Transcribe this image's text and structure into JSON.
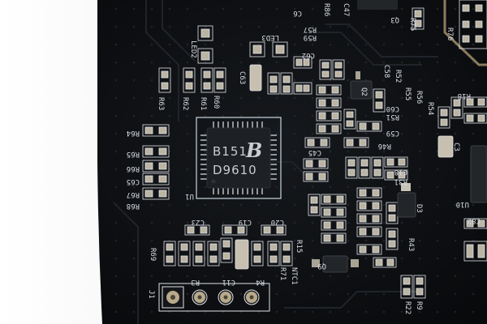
{
  "photo": {
    "subject": "pcb-closeup",
    "board_color": "#0d0f12",
    "background_color": "#f2f2f2",
    "silkscreen_color": "#d8dde2",
    "pad_color": "#b8b1a0"
  },
  "chip": {
    "line1": "B151",
    "logo": "B",
    "line2": "D9610",
    "designator": "U1"
  },
  "labels": [
    {
      "id": "lbl-led2",
      "text": "LED2"
    },
    {
      "id": "lbl-led3",
      "text": "LED3"
    },
    {
      "id": "lbl-c6",
      "text": "C6"
    },
    {
      "id": "lbl-q3",
      "text": "Q3"
    },
    {
      "id": "lbl-r86",
      "text": "R86"
    },
    {
      "id": "lbl-c47",
      "text": "C47"
    },
    {
      "id": "lbl-r57",
      "text": "R57"
    },
    {
      "id": "lbl-r59",
      "text": "R59"
    },
    {
      "id": "lbl-c62",
      "text": "C62"
    },
    {
      "id": "lbl-c63",
      "text": "C63"
    },
    {
      "id": "lbl-r63",
      "text": "R63"
    },
    {
      "id": "lbl-r62",
      "text": "R62"
    },
    {
      "id": "lbl-r61",
      "text": "R61"
    },
    {
      "id": "lbl-r60",
      "text": "R60"
    },
    {
      "id": "lbl-r75",
      "text": "R75"
    },
    {
      "id": "lbl-r76",
      "text": "R76"
    },
    {
      "id": "lbl-r52",
      "text": "R52"
    },
    {
      "id": "lbl-c58",
      "text": "C58"
    },
    {
      "id": "lbl-c59",
      "text": "C59"
    },
    {
      "id": "lbl-c60",
      "text": "C60"
    },
    {
      "id": "lbl-r51",
      "text": "R51"
    },
    {
      "id": "lbl-r55",
      "text": "R55"
    },
    {
      "id": "lbl-r56",
      "text": "R56"
    },
    {
      "id": "lbl-r54",
      "text": "R54"
    },
    {
      "id": "lbl-r18",
      "text": "R18"
    },
    {
      "id": "lbl-c45",
      "text": "C45"
    },
    {
      "id": "lbl-r46",
      "text": "R46"
    },
    {
      "id": "lbl-c18",
      "text": "C18"
    },
    {
      "id": "lbl-r31",
      "text": "R31"
    },
    {
      "id": "lbl-r64",
      "text": "R64"
    },
    {
      "id": "lbl-r65",
      "text": "R65"
    },
    {
      "id": "lbl-r66",
      "text": "R66"
    },
    {
      "id": "lbl-c65",
      "text": "C65"
    },
    {
      "id": "lbl-r67",
      "text": "R67"
    },
    {
      "id": "lbl-r68",
      "text": "R68"
    },
    {
      "id": "lbl-c23",
      "text": "C23"
    },
    {
      "id": "lbl-c19",
      "text": "C19"
    },
    {
      "id": "lbl-c20",
      "text": "C20"
    },
    {
      "id": "lbl-r69",
      "text": "R69"
    },
    {
      "id": "lbl-r3",
      "text": "R3"
    },
    {
      "id": "lbl-c11",
      "text": "C11"
    },
    {
      "id": "lbl-r4",
      "text": "R4"
    },
    {
      "id": "lbl-r71",
      "text": "R71"
    },
    {
      "id": "lbl-ntc1",
      "text": "NTC1"
    },
    {
      "id": "lbl-j1",
      "text": "J1"
    },
    {
      "id": "lbl-r43",
      "text": "R43"
    },
    {
      "id": "lbl-d3",
      "text": "D3"
    },
    {
      "id": "lbl-u10",
      "text": "U10"
    },
    {
      "id": "lbl-c82",
      "text": "C82"
    },
    {
      "id": "lbl-c3",
      "text": "C3"
    },
    {
      "id": "lbl-r9",
      "text": "R9"
    },
    {
      "id": "lbl-r22",
      "text": "R22"
    },
    {
      "id": "lbl-r15",
      "text": "R15"
    },
    {
      "id": "lbl-q9",
      "text": "Q9"
    },
    {
      "id": "lbl-q2",
      "text": "Q2"
    }
  ]
}
